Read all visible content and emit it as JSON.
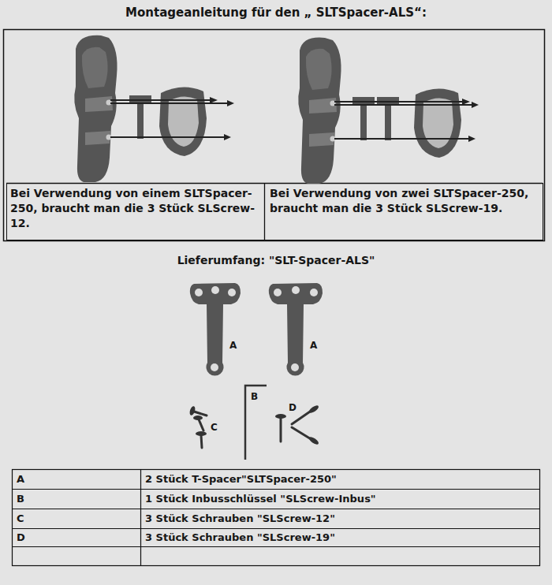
{
  "diagram": {
    "title": "Montageanleitung für den „ SLTSpacer-ALS“:",
    "labels": [
      "Bei Verwendung von einem SLTSpacer-250, braucht man die 3 Stück SLScrew-12.",
      "Bei Verwendung von zwei SLTSpacer-250, braucht man die 3 Stück SLScrew-19.",
      "Lieferumfang: \"SLT-Spacer-ALS\"",
      "A",
      "A",
      "B",
      "C",
      "D",
      "A",
      "2 Stück T-Spacer\"SLTSpacer-250\"",
      "B",
      "1 Stück Inbusschlüssel \"SLScrew-Inbus\"",
      "C",
      "3 Stück Schrauben \"SLScrew-12\"",
      "D",
      "3 Stück Schrauben \"SLScrew-19\""
    ]
  }
}
